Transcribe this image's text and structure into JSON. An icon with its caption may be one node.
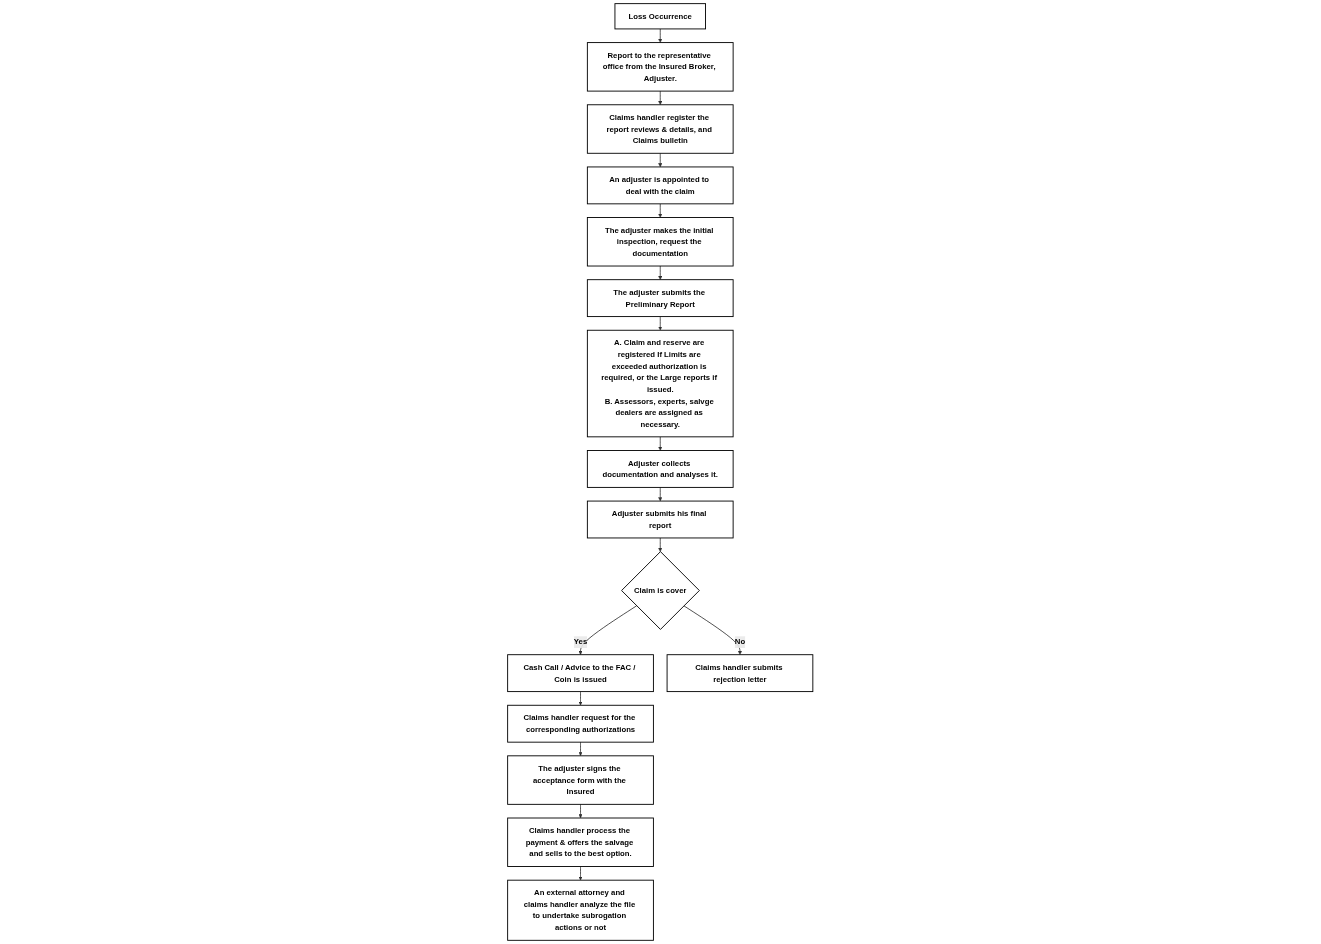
{
  "diagram": {
    "nodes": [
      {
        "text": [
          "Loss Occurrence"
        ]
      },
      {
        "text": [
          "Report to the representative office from the Insured Broker, Adjuster."
        ]
      },
      {
        "text": [
          "Claims handler register the report reviews & details, and Claims bulletin"
        ]
      },
      {
        "text": [
          "An adjuster is appointed to deal with the claim"
        ]
      },
      {
        "text": [
          "The adjuster makes the initial inspection, request the documentation"
        ]
      },
      {
        "text": [
          "The adjuster submits the Preliminary Report"
        ]
      },
      {
        "text": [
          "A. Claim and reserve are registered If Limits are exceeded authorization is required, or the Large reports if issued.",
          "B. Assessors, experts, salvge dealers are assigned as necessary."
        ]
      },
      {
        "text": [
          "Adjuster collects documentation and analyses it."
        ]
      },
      {
        "text": [
          "Adjuster submits his final report"
        ]
      },
      {
        "text": [
          "Claim is cover"
        ]
      },
      {
        "text": [
          "Cash Call / Advice to the FAC / Coin is issued"
        ]
      },
      {
        "text": [
          "Claims handler request for the corresponding authorizations"
        ]
      },
      {
        "text": [
          "The adjuster signs the acceptance form with the Insured"
        ]
      },
      {
        "text": [
          "Claims handler process the payment & offers the salvage and sells to the best option."
        ]
      },
      {
        "text": [
          "An external attorney and claims handler analyze the file to undertake subrogation actions or not"
        ]
      },
      {
        "text": [
          "Claims handler submits rejection letter"
        ]
      }
    ],
    "edges": [
      {
        "from": 0,
        "to": 1,
        "arrow": "to"
      },
      {
        "from": 1,
        "to": 2,
        "arrow": "to"
      },
      {
        "from": 2,
        "to": 3,
        "arrow": "to"
      },
      {
        "from": 3,
        "to": 4,
        "arrow": "to"
      },
      {
        "from": 4,
        "to": 5,
        "arrow": "to"
      },
      {
        "from": 5,
        "to": 6,
        "arrow": "to"
      },
      {
        "from": 6,
        "to": 7,
        "arrow": "to"
      },
      {
        "from": 7,
        "to": 8,
        "arrow": "to"
      },
      {
        "from": 8,
        "to": 9,
        "arrow": "to"
      },
      {
        "from": 9,
        "to": 10,
        "label": "Yes",
        "arrow": "to"
      },
      {
        "from": 10,
        "to": 11,
        "arrow": "to"
      },
      {
        "from": 11,
        "to": 12,
        "arrow": "to"
      },
      {
        "from": 12,
        "to": 13,
        "arrow": "to"
      },
      {
        "from": 13,
        "to": 14,
        "arrow": "to"
      },
      {
        "from": 9,
        "to": 15,
        "label": "No",
        "arrow": "to"
      }
    ]
  }
}
